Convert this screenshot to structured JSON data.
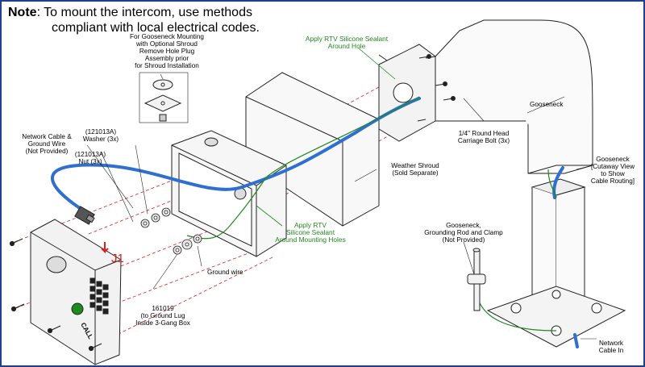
{
  "note": {
    "prefix": "Note",
    "line1": ": To mount the intercom, use methods",
    "line2": "compliant with local electrical codes."
  },
  "labels": {
    "gooseneck_mount": [
      "For Gooseneck Mounting",
      "with Optional Shroud",
      "Remove Hole Plug",
      "Assembly prior",
      "for Shroud Installation"
    ],
    "network_cable": [
      "Network Cable &",
      "Ground Wire",
      "(Not Provided)"
    ],
    "washer": [
      "(121013A)",
      "Washer (3x)"
    ],
    "nut": [
      "(121013A)",
      "Nut (3x)"
    ],
    "j1": "J1",
    "ground_lug": [
      "161019",
      "(to Ground Lug",
      "Inside 3-Gang Box"
    ],
    "ground_wire": "Ground wire",
    "rtv_mounting": [
      "Apply RTV",
      "Silicone Sealant",
      "Around Mounting Holes"
    ],
    "rtv_hole": [
      "Apply RTV Silicone Sealant",
      "Around Hole"
    ],
    "weather_shroud": [
      "Weather Shroud",
      "(Sold Separate)"
    ],
    "carriage_bolt": [
      "1/4\" Round Head",
      "Carriage Bolt (3x)"
    ],
    "gooseneck": "Gooseneck",
    "gooseneck_cutaway": [
      "Gooseneck",
      "[Cutaway View",
      "to Show",
      "Cable Routing]"
    ],
    "grounding_rod": [
      "Gooseneck,",
      "Grounding Rod and Clamp",
      "(Not Provided)"
    ],
    "network_cable_in": [
      "Network",
      "Cable In"
    ],
    "keypad_call": "CALL"
  },
  "colors": {
    "border": "#1f3f8f",
    "cable": "#2f6fd0",
    "sealant": "#1e8a1e",
    "guide": "#e01b1b"
  }
}
